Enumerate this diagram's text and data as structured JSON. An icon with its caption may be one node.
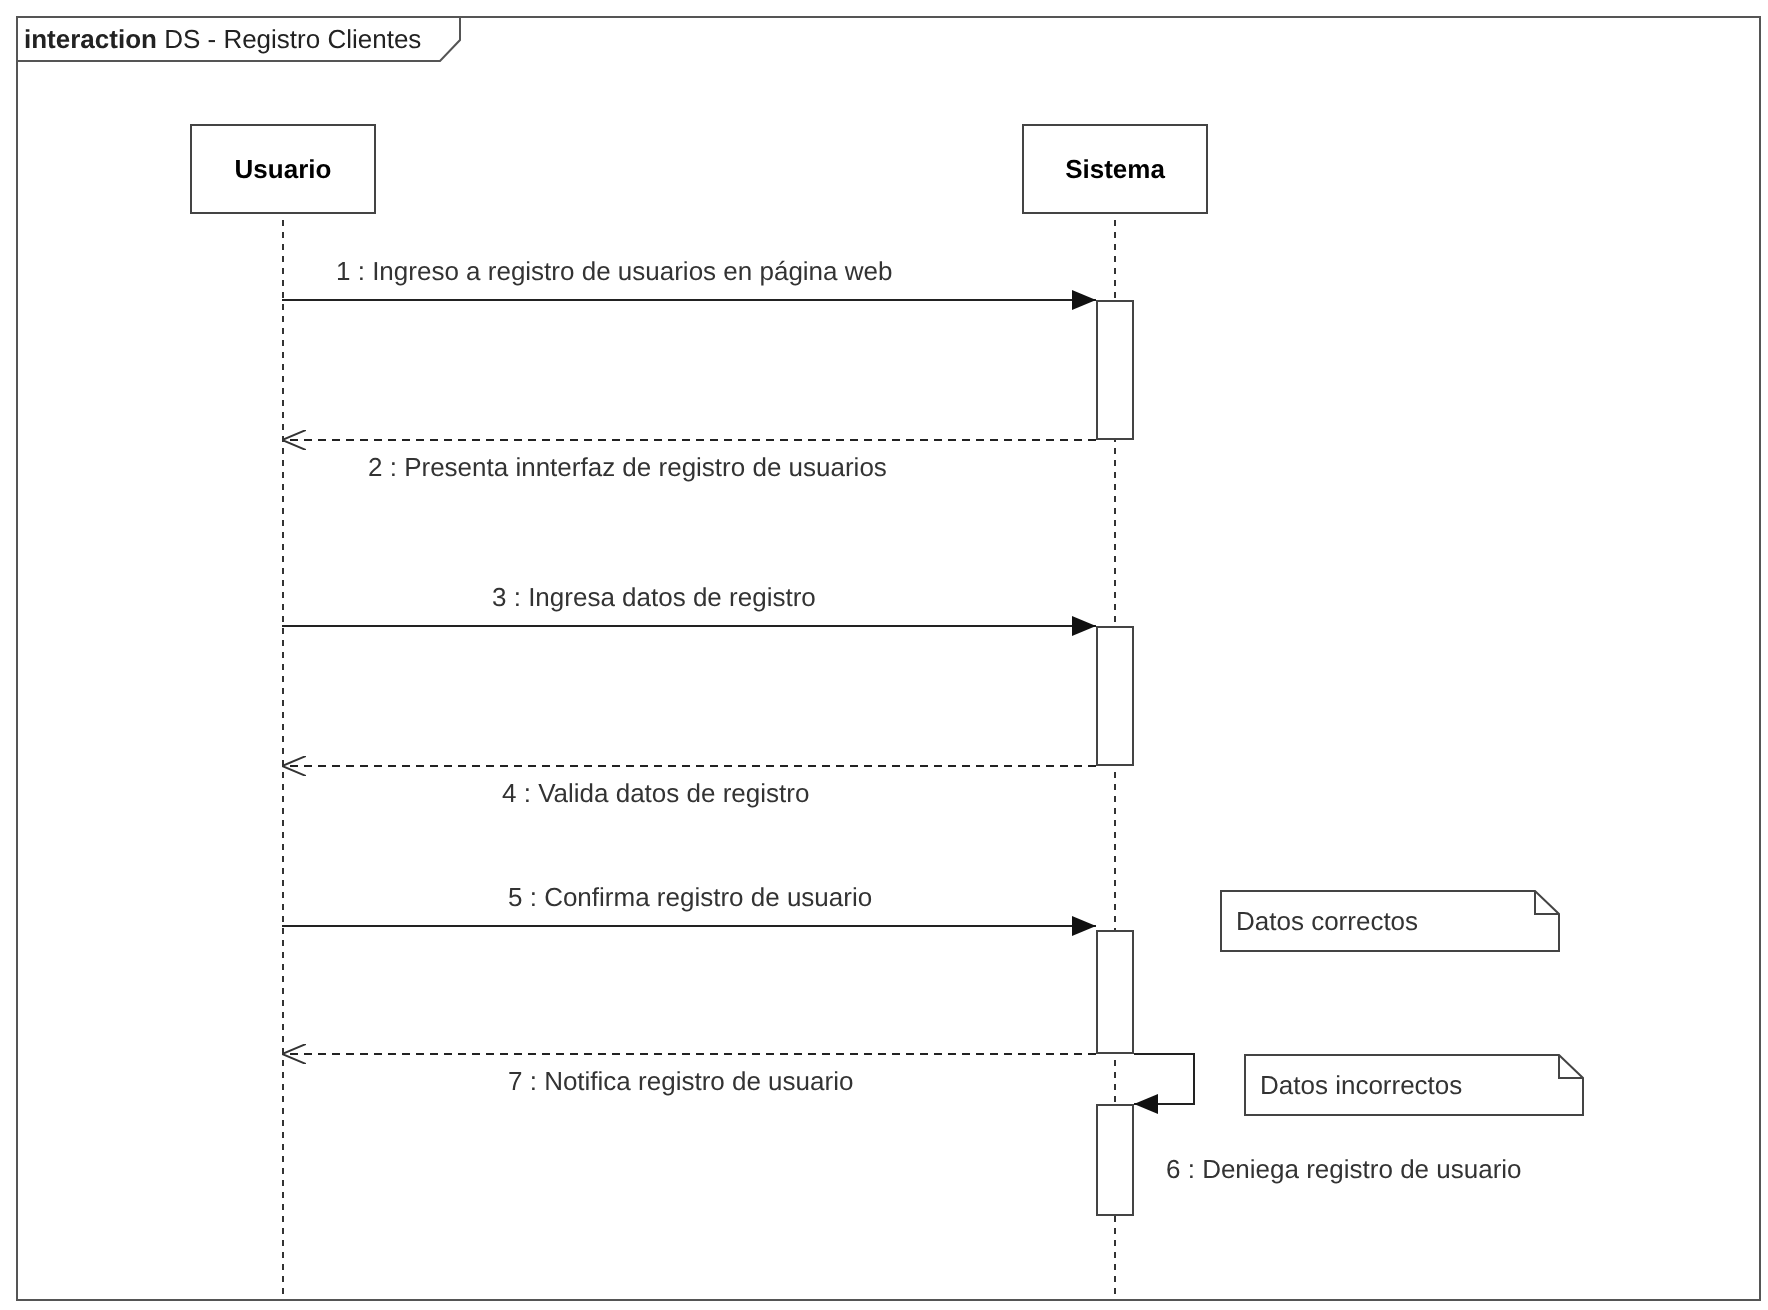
{
  "diagram": {
    "title": "**interaction** DS - Registro Clientes",
    "nodes": [
      {
        "text": [
          "Usuario"
        ]
      },
      {
        "text": [
          "Sistema"
        ]
      },
      {
        "text": [
          "Datos correctos"
        ]
      },
      {
        "text": [
          "Datos incorrectos"
        ]
      },
      {
        "text": [],
        "shape": "bar",
        "in": 1
      },
      {
        "text": [],
        "shape": "bar",
        "in": 1
      },
      {
        "text": [],
        "shape": "bar",
        "in": 1
      },
      {
        "text": [],
        "shape": "bar",
        "in": 1
      }
    ],
    "edges": [
      {
        "from": 0,
        "to": 4,
        "arrow": "to",
        "label": "1 : Ingreso a registro de usuarios en página web"
      },
      {
        "from": 4,
        "to": 0,
        "arrow": "to",
        "style": "dashed",
        "label": "2 : Presenta innterfaz de registro de usuarios"
      },
      {
        "from": 0,
        "to": 5,
        "arrow": "to",
        "label": "3 : Ingresa datos de registro"
      },
      {
        "from": 5,
        "to": 0,
        "arrow": "to",
        "style": "dashed",
        "label": "4 : Valida datos de registro"
      },
      {
        "from": 0,
        "to": 6,
        "arrow": "to",
        "label": "5 : Confirma registro de usuario"
      },
      {
        "from": 6,
        "to": 7,
        "arrow": "to",
        "label": "6 : Deniega registro de usuario"
      },
      {
        "from": 6,
        "to": 0,
        "arrow": "to",
        "style": "dashed",
        "label": "7 : Notifica registro de usuario"
      }
    ]
  }
}
